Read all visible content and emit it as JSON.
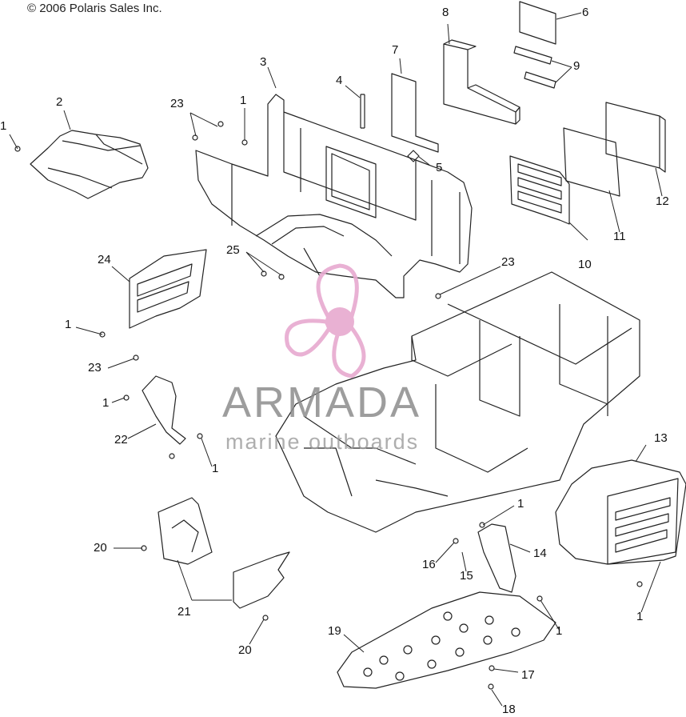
{
  "copyright": "© 2006 Polaris Sales Inc.",
  "watermark": {
    "title": "ARMADA",
    "subtitle": "marine outboards",
    "logo_icon": "propeller-icon",
    "logo_color": "#e7a9cf",
    "text_color": "#8c8c8c"
  },
  "callouts": {
    "c1a": "1",
    "c1b": "1",
    "c1c": "1",
    "c1d": "1",
    "c1e": "1",
    "c1f": "1",
    "c1g": "1",
    "c1h": "1",
    "c2": "2",
    "c3": "3",
    "c4": "4",
    "c5": "5",
    "c6": "6",
    "c7": "7",
    "c8": "8",
    "c9": "9",
    "c10": "10",
    "c11": "11",
    "c12": "12",
    "c13": "13",
    "c14": "14",
    "c15": "15",
    "c16": "16",
    "c17": "17",
    "c18": "18",
    "c19": "19",
    "c20a": "20",
    "c20b": "20",
    "c21": "21",
    "c22": "22",
    "c23a": "23",
    "c23b": "23",
    "c23c": "23",
    "c24": "24",
    "c25": "25"
  }
}
